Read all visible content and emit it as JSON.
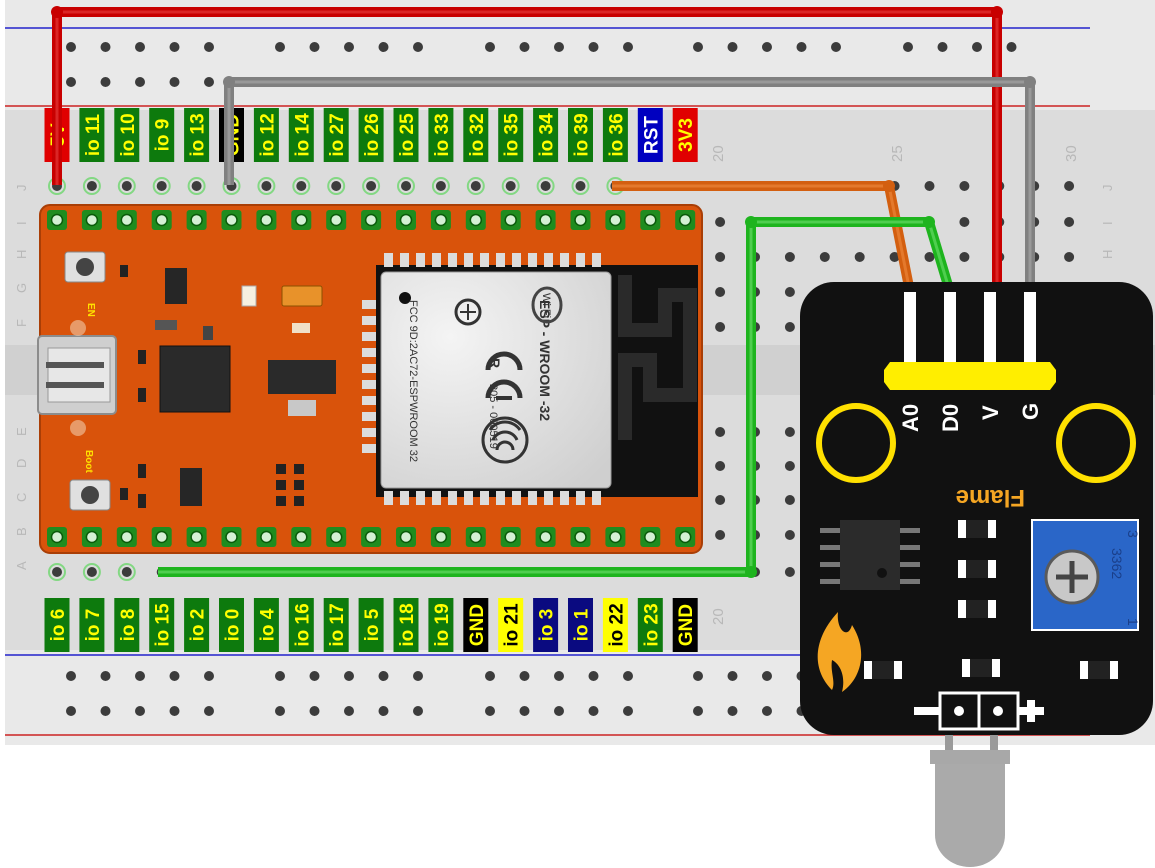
{
  "breadboard": {
    "row_letters_top": [
      "J",
      "I",
      "H",
      "G",
      "F"
    ],
    "row_letters_bottom": [
      "E",
      "D",
      "C",
      "B",
      "A"
    ],
    "column_numbers_top": [
      "20",
      "25",
      "30"
    ],
    "column_numbers_bottom": [
      "20"
    ]
  },
  "esp32": {
    "top_pins": [
      "5V",
      "io 11",
      "io 10",
      "io 9",
      "io 13",
      "GND",
      "io 12",
      "io 14",
      "io 27",
      "io 26",
      "io 25",
      "io 33",
      "io 32",
      "io 35",
      "io 34",
      "io 39",
      "io 36",
      "RST",
      "3V3"
    ],
    "bottom_pins": [
      "io 6",
      "io 7",
      "io 8",
      "io 15",
      "io 2",
      "io 0",
      "io 4",
      "io 16",
      "io 17",
      "io 5",
      "io 18",
      "io 19",
      "GND",
      "io 21",
      "io 3",
      "io 1",
      "io 22",
      "io 23",
      "GND"
    ],
    "button_en": "EN",
    "button_boot": "Boot",
    "module_title": "ESP - WROOM -32",
    "module_wifi": "Wi Fi",
    "module_r": "R",
    "module_code": "205 - 000519",
    "module_fcc": "FCC 9D:2AC72-ESPWROOM 32"
  },
  "flame_module": {
    "title": "Flame",
    "pins": [
      "A0",
      "D0",
      "V",
      "G"
    ],
    "pot_text": "3362",
    "pot_num_1": "1",
    "pot_num_3": "3"
  },
  "colors": {
    "pin_green": "#0d7a0d",
    "pin_red": "#e00000",
    "pin_black": "#000000",
    "pin_blue": "#0000c0",
    "pin_navy": "#0a0a80",
    "pin_yellow": "#ffff00",
    "wire_red": "#c80000",
    "wire_gray": "#808080",
    "wire_orange": "#d35f10",
    "wire_green": "#1eb41e",
    "board_orange": "#d9530b",
    "module_black": "#111111"
  }
}
